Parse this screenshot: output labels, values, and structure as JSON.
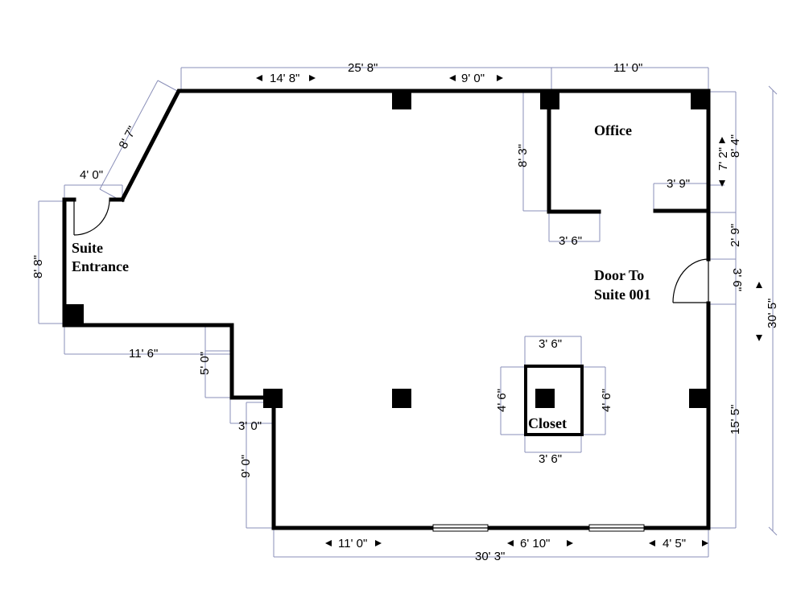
{
  "rooms": {
    "office": "Office",
    "suite_entrance_line1": "Suite",
    "suite_entrance_line2": "Entrance",
    "door_line1": "Door To",
    "door_line2": "Suite 001",
    "closet": "Closet"
  },
  "dimensions": {
    "top_total": "25' 8\"",
    "top_left_segment": "14' 8\"",
    "top_mid_segment": "9' 0\"",
    "top_office": "11' 0\"",
    "diagonal_wall": "8' 7\"",
    "entrance_width": "4' 0\"",
    "left_wall": "8' 8\"",
    "lower_left_horizontal": "11' 6\"",
    "step_vertical": "5' 0\"",
    "step_horizontal": "3' 0\"",
    "lower_left_vertical": "9' 0\"",
    "office_wall_vertical": "8' 3\"",
    "office_wall_horizontal": "3' 6\"",
    "office_door_offset": "3' 9\"",
    "office_right_a": "7' 2\"",
    "office_right_b": "8' 4\"",
    "right_gap": "2' 9\"",
    "door_width": "3' 6\"",
    "right_lower": "15' 5\"",
    "right_total": "30' 5\"",
    "closet_top": "3' 6\"",
    "closet_bottom": "3' 6\"",
    "closet_left": "4' 6\"",
    "closet_right": "4' 6\"",
    "bottom_left": "11' 0\"",
    "bottom_mid": "6' 10\"",
    "bottom_right": "4' 5\"",
    "bottom_total": "30' 3\""
  }
}
